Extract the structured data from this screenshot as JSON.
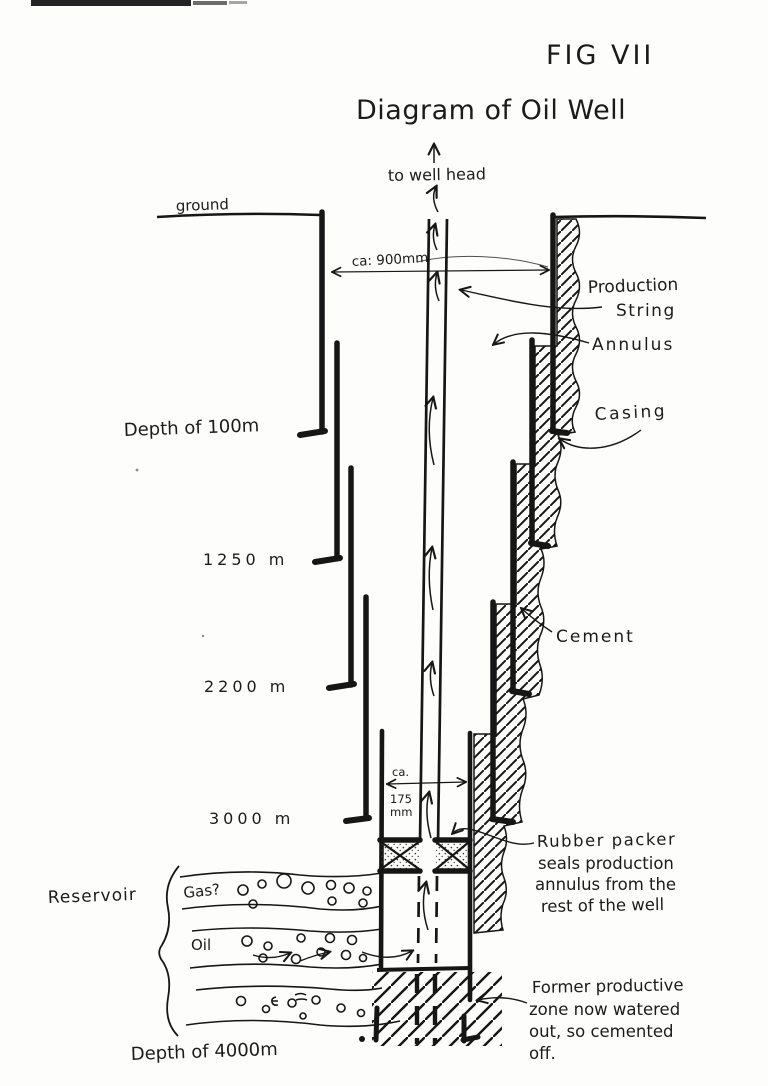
{
  "figure": {
    "fig_label": "FIG VII",
    "title": "Diagram of Oil Well"
  },
  "annotations": {
    "to_well_head": "to well head",
    "ground": "ground",
    "dim_900": "ca: 900mm",
    "dim_175_ca": "ca.",
    "dim_175_val": "175",
    "dim_175_unit": "mm",
    "production_string": [
      "Production",
      "String"
    ],
    "annulus": "Annulus",
    "casing": "Casing",
    "cement": "Cement",
    "rubber_packer_note": [
      "Rubber packer",
      "seals production",
      "annulus from the",
      "rest of the well"
    ],
    "former_zone_note": [
      "Former productive",
      "zone now watered",
      "out, so cemented",
      "off."
    ]
  },
  "depths": [
    "Depth of 100m",
    "1250 m",
    "2200 m",
    "3000 m",
    "Depth of 4000m"
  ],
  "reservoir": {
    "label": "Reservoir",
    "gas_layer": "Gas?",
    "oil_layer": "Oil"
  },
  "colors": {
    "ink": "#161616",
    "paper": "#fdfdfc"
  }
}
